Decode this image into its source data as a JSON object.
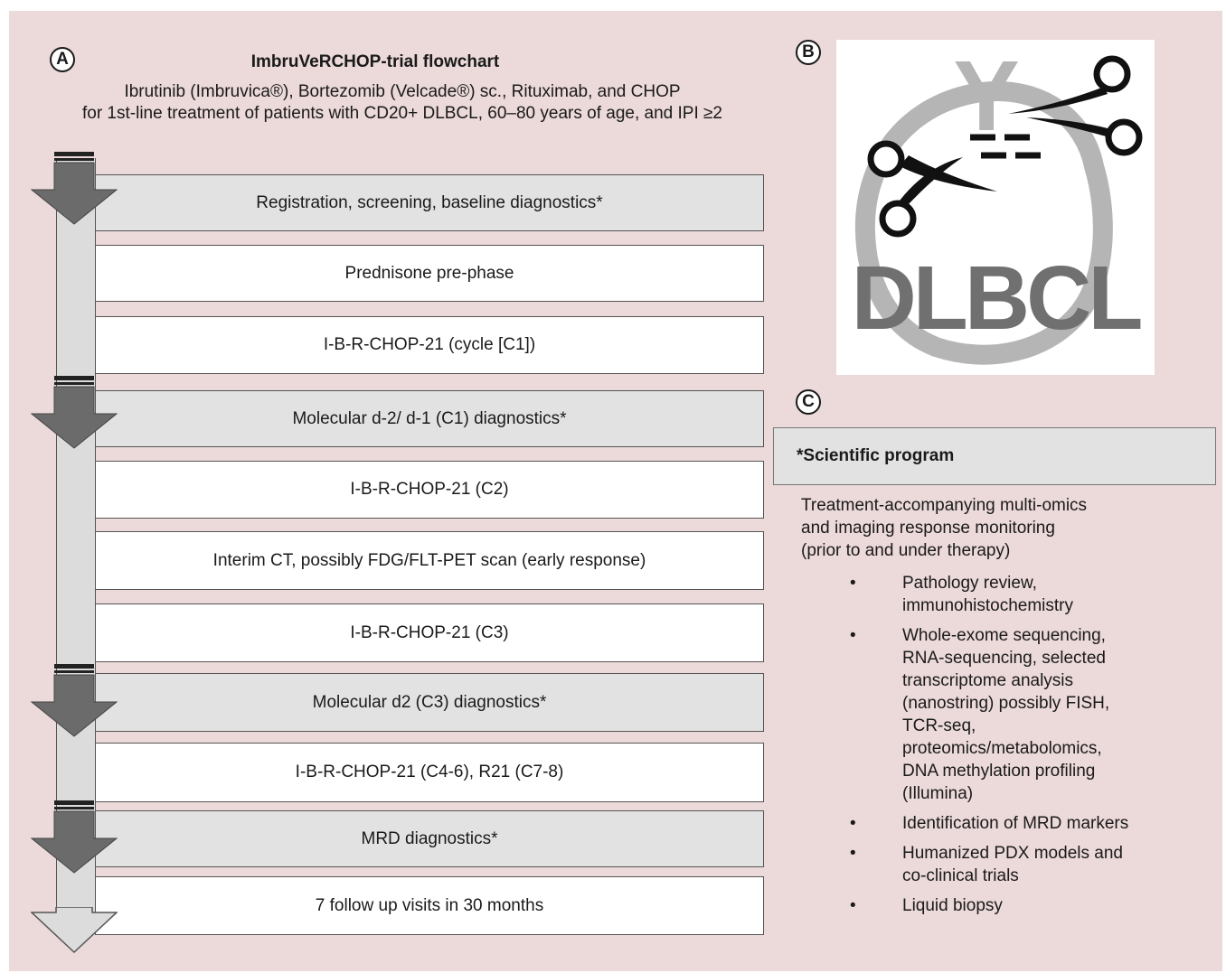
{
  "panel_a": {
    "label": "A",
    "title": "ImbruVeRCHOP-trial flowchart",
    "subtitle_line1": "Ibrutinib (Imbruvica®), Bortezomib (Velcade®) sc., Rituximab, and CHOP",
    "subtitle_line2": "for 1st-line treatment of patients with CD20+ DLBCL, 60–80 years of age, and IPI ≥2",
    "steps": [
      "Registration, screening, baseline diagnostics*",
      "Prednisone pre-phase",
      "I-B-R-CHOP-21 (cycle [C1])",
      "Molecular d-2/ d-1 (C1) diagnostics*",
      "I-B-R-CHOP-21 (C2)",
      "Interim CT, possibly FDG/FLT-PET scan (early response)",
      "I-B-R-CHOP-21 (C3)",
      "Molecular d2 (C3) diagnostics*",
      "I-B-R-CHOP-21 (C4-6), R21 (C7-8)",
      "MRD diagnostics*",
      "7 follow up visits in 30 months"
    ]
  },
  "panel_b": {
    "label": "B",
    "antibody_glyph": "Y",
    "text": "DLBCL",
    "icons": [
      "scissors-icon",
      "scissors-icon"
    ]
  },
  "panel_c": {
    "label": "C",
    "header": "*Scientific program",
    "intro_line1": "Treatment-accompanying multi-omics",
    "intro_line2": "and imaging response monitoring",
    "intro_line3": "(prior to and under therapy)",
    "bullets": [
      [
        "Pathology review,",
        "immunohistochemistry"
      ],
      [
        "Whole-exome sequencing,",
        "RNA-sequencing, selected",
        "transcriptome analysis",
        "(nanostring) possibly FISH,",
        "TCR-seq,",
        "proteomics/metabolomics,",
        "DNA methylation profiling",
        "(Illumina)"
      ],
      [
        "Identification of MRD markers"
      ],
      [
        "Humanized PDX models and",
        "co-clinical trials"
      ],
      [
        "Liquid biopsy"
      ]
    ],
    "bullet_symbol": "•"
  },
  "colors": {
    "background": "#ecd9d9",
    "grey_box": "#e2e2e2",
    "dark_arrow": "#6b6b6b",
    "light_arrow": "#dcdcdc"
  }
}
